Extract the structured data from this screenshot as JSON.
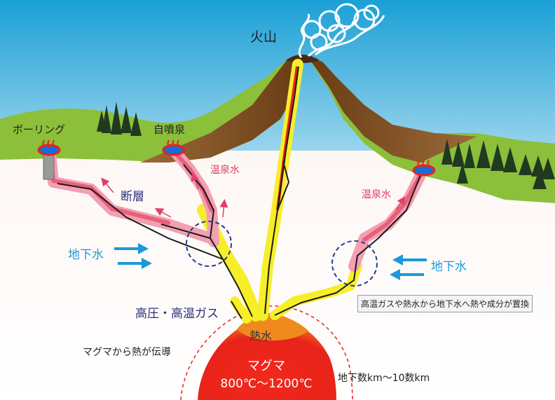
{
  "labels": {
    "volcano": "火山",
    "boring": "ボーリング",
    "natural_spring": "自噴泉",
    "hot_spring_water_left": "温泉水",
    "hot_spring_water_right": "温泉水",
    "fault": "断層",
    "groundwater_left": "地下水",
    "groundwater_right": "地下水",
    "high_pressure_gas": "高圧・高温ガス",
    "hot_water": "熱水",
    "magma": "マグマ",
    "magma_temperature": "800℃〜1200℃",
    "heat_conduction": "マグマから熱が伝導",
    "depth": "地下数km〜10数km",
    "exchange_note": "高温ガスや熱水から地下水へ熱や成分が置換"
  },
  "colors": {
    "sky_top": "#1aa0d6",
    "sky_bottom": "#d8eef8",
    "grass": "#8cbf3a",
    "soil": "#7a4a1c",
    "magma": "#e8231a",
    "hot_water": "#f08a1e",
    "gas": "#f7ee2a",
    "spring_water": "#e8607a",
    "groundwater_arrow": "#1a9ad8"
  },
  "icons": [
    "hot-spring-icon",
    "tree-icon",
    "steam-plume-icon",
    "arrow-icon"
  ]
}
